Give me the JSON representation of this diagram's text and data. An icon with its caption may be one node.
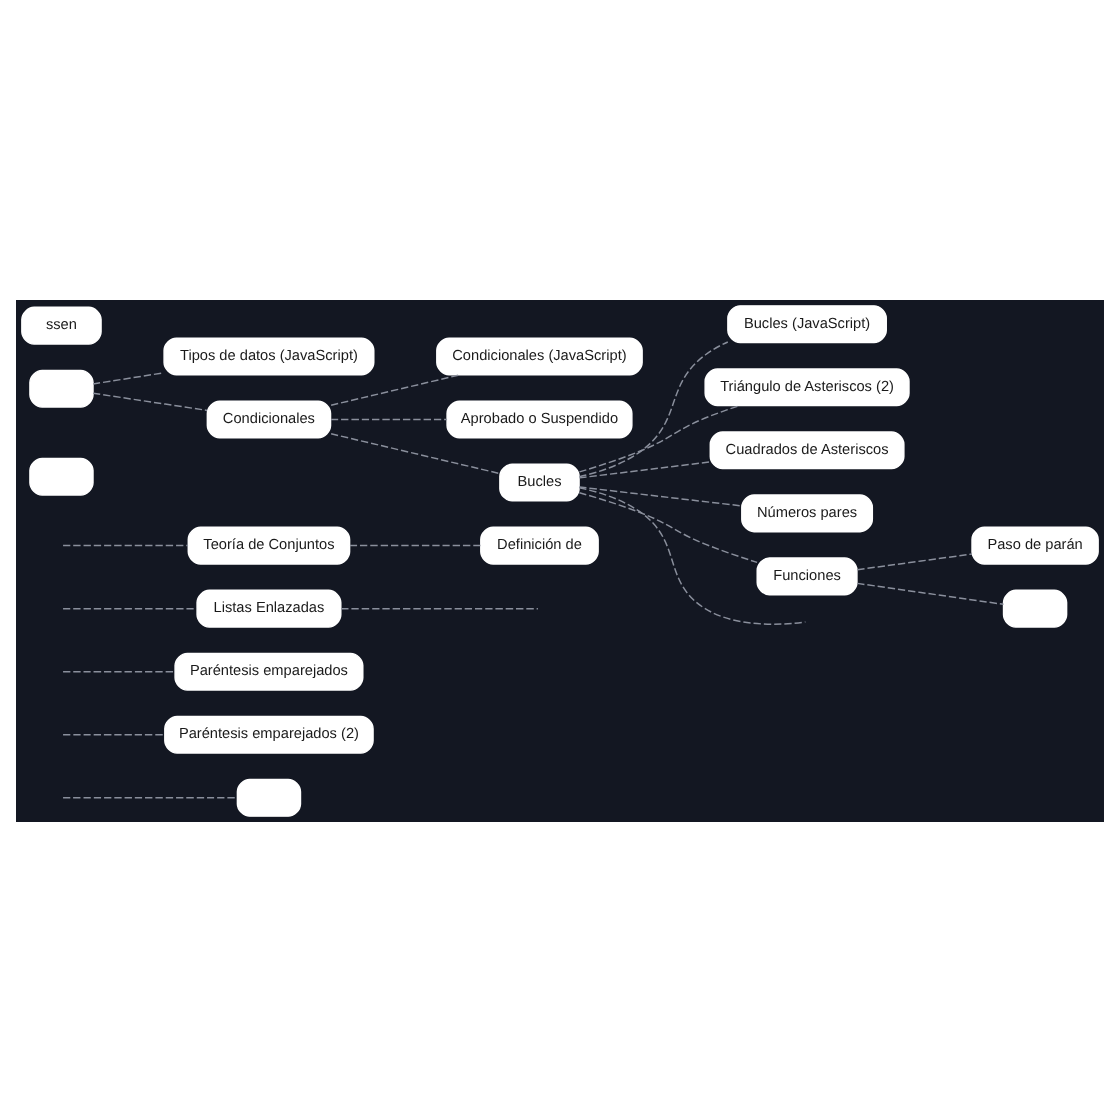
{
  "diagram": {
    "nodes": [
      {
        "text": [],
        "shape": "box"
      },
      {
        "text": [
          "Paréntesis emparejados (2)"
        ]
      },
      {
        "text": [
          "Paréntesis emparejados"
        ]
      },
      {
        "text": [
          "Listas Enlazadas"
        ]
      },
      {
        "text": [
          "Teoría de Conjuntos"
        ]
      },
      {
        "text": [
          "Definición de"
        ]
      },
      {
        "text": [],
        "shape": "box"
      },
      {
        "text": [
          "Tipos de datos (JavaScript)"
        ]
      },
      {
        "text": [
          "Condicionales (JavaScript)"
        ]
      },
      {
        "text": [
          "Bucles (JavaScript)"
        ]
      },
      {
        "text": [
          "Triángulo de Asteriscos (2)"
        ]
      },
      {
        "text": [
          "Cuadrados de Asteriscos"
        ]
      },
      {
        "text": [
          "Paso de parán"
        ]
      },
      {
        "text": [
          "ssen"
        ]
      },
      {
        "text": [],
        "shape": "box"
      },
      {
        "text": [
          "Condicionales"
        ]
      },
      {
        "text": [
          "Aprobado o Suspendido"
        ]
      },
      {
        "text": [
          "Bucles"
        ]
      },
      {
        "text": [
          "Números pares"
        ]
      },
      {
        "text": [
          "Funciones"
        ]
      },
      {
        "text": [],
        "shape": "box"
      }
    ],
    "edges": [
      {
        "from": null,
        "to": 0,
        "arrow": "none",
        "style": "dashed"
      },
      {
        "from": null,
        "to": 1,
        "arrow": "none",
        "style": "dashed"
      },
      {
        "from": null,
        "to": 2,
        "arrow": "none",
        "style": "dashed"
      },
      {
        "from": null,
        "to": 3,
        "arrow": "none",
        "style": "dashed"
      },
      {
        "from": 3,
        "to": null,
        "arrow": "none",
        "style": "dashed"
      },
      {
        "from": null,
        "to": 4,
        "arrow": "none",
        "style": "dashed"
      },
      {
        "from": 4,
        "to": 5,
        "arrow": "none",
        "style": "dashed"
      },
      {
        "from": 14,
        "to": 7,
        "arrow": "none",
        "style": "dashed"
      },
      {
        "from": 14,
        "to": 15,
        "arrow": "none",
        "style": "dashed"
      },
      {
        "from": 15,
        "to": 8,
        "arrow": "none",
        "style": "dashed"
      },
      {
        "from": 15,
        "to": 16,
        "arrow": "none",
        "style": "dashed"
      },
      {
        "from": 15,
        "to": 17,
        "arrow": "none",
        "style": "dashed"
      },
      {
        "from": 17,
        "to": 9,
        "arrow": "none",
        "style": "dashed"
      },
      {
        "from": 17,
        "to": 10,
        "arrow": "none",
        "style": "dashed"
      },
      {
        "from": 17,
        "to": 11,
        "arrow": "none",
        "style": "dashed"
      },
      {
        "from": 17,
        "to": 18,
        "arrow": "none",
        "style": "dashed"
      },
      {
        "from": 17,
        "to": 19,
        "arrow": "none",
        "style": "dashed"
      },
      {
        "from": 17,
        "to": null,
        "arrow": "none",
        "style": "dashed"
      },
      {
        "from": 19,
        "to": 12,
        "arrow": "none",
        "style": "dashed"
      },
      {
        "from": 19,
        "to": 20,
        "arrow": "none",
        "style": "dashed"
      }
    ]
  }
}
